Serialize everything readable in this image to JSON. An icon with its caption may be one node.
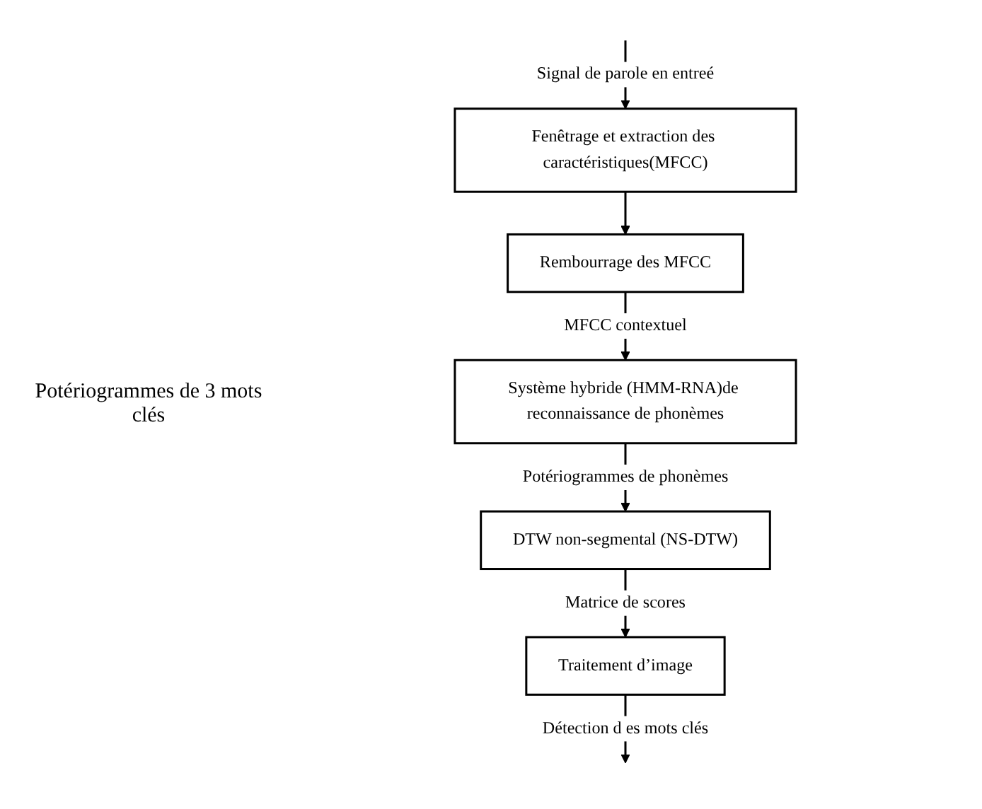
{
  "diagram": {
    "nodes": [
      {
        "text": [
          "Fenêtrage et extraction des caractéristiques(MFCC)"
        ]
      },
      {
        "text": [
          "Rembourrage des MFCC"
        ]
      },
      {
        "text": [
          "Système hybride (HMM-RNA)de reconnaissance de phonèmes"
        ]
      },
      {
        "text": [
          "DTW non-segmental (NS-DTW)"
        ]
      },
      {
        "text": [
          "Traitement d’image"
        ]
      }
    ],
    "edges": [
      {
        "from": null,
        "to": 0,
        "arrow": "to",
        "label": "Signal de parole en entreé"
      },
      {
        "from": 0,
        "to": 1,
        "arrow": "to"
      },
      {
        "from": 1,
        "to": 2,
        "arrow": "to",
        "label": "MFCC contextuel"
      },
      {
        "from": 2,
        "to": 3,
        "arrow": "to",
        "label": "Potériogrammes de phonèmes"
      },
      {
        "from": 3,
        "to": 4,
        "arrow": "to",
        "label": "Matrice de scores"
      },
      {
        "from": 4,
        "to": null,
        "arrow": "to",
        "label": "Détection d es mots clés"
      }
    ],
    "labels": [
      "Potériogrammes de 3 mots clés"
    ]
  }
}
